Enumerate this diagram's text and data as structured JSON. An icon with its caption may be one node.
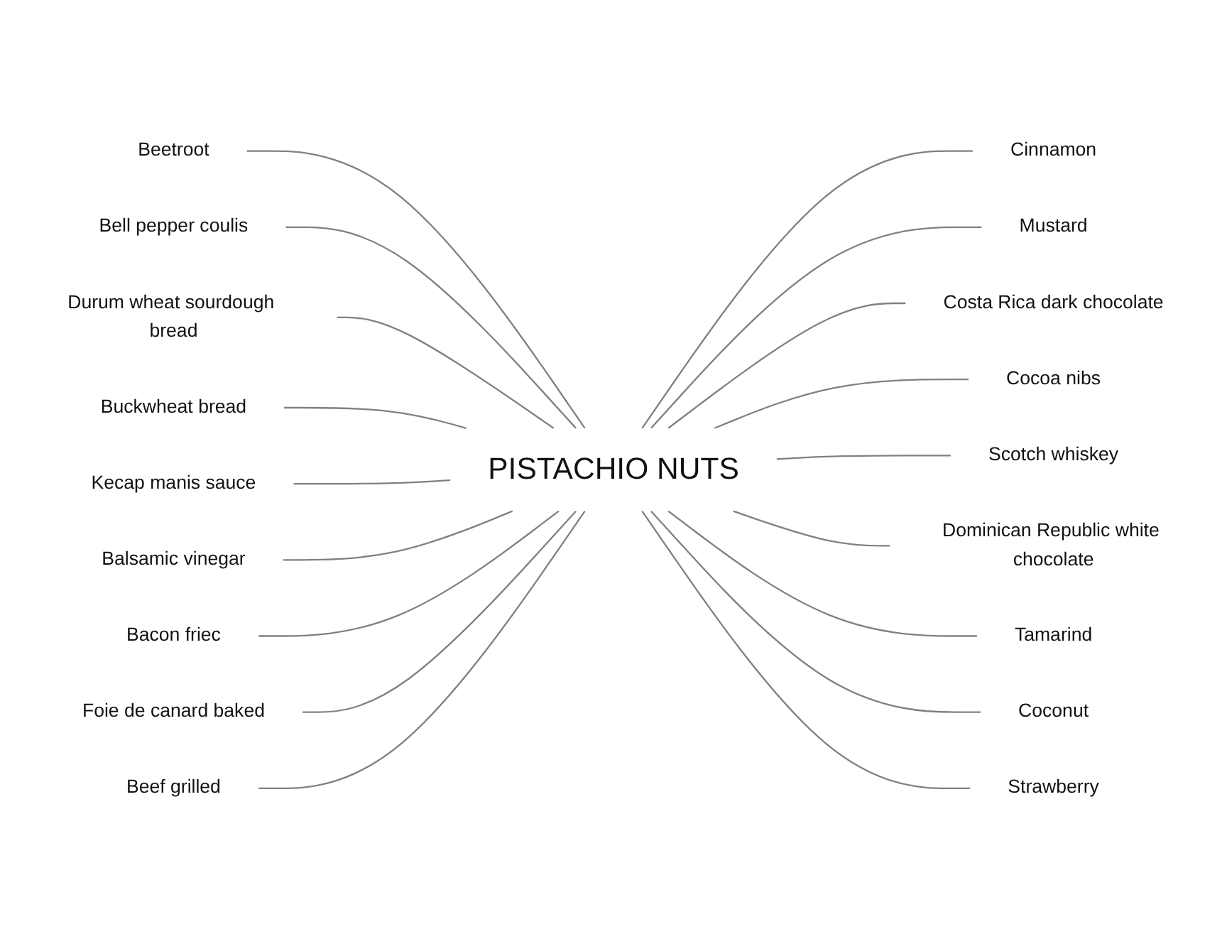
{
  "diagram": {
    "nodes": [
      {
        "text": [
          "PISTACHIO NUTS"
        ]
      },
      {
        "text": [
          "Beetroot"
        ]
      },
      {
        "text": [
          "Bell pepper coulis"
        ]
      },
      {
        "text": [
          "Cinnamon"
        ]
      },
      {
        "text": [
          "Mustard"
        ]
      },
      {
        "text": [
          "Durum wheat sourdough bread"
        ]
      },
      {
        "text": [
          "Buckwheat bread"
        ]
      },
      {
        "text": [
          "Costa Rica dark chocolate"
        ]
      },
      {
        "text": [
          "Cocoa nibs"
        ]
      },
      {
        "text": [
          "Scotch whiskey"
        ]
      },
      {
        "text": [
          "Dominican Republic white chocolate"
        ]
      },
      {
        "text": [
          "Kecap manis sauce"
        ]
      },
      {
        "text": [
          "Balsamic vinegar"
        ]
      },
      {
        "text": [
          "Bacon friec"
        ]
      },
      {
        "text": [
          "Tamarind"
        ]
      },
      {
        "text": [
          "Foie de canard baked"
        ]
      },
      {
        "text": [
          "Beef grilled"
        ]
      },
      {
        "text": [
          "Coconut"
        ]
      },
      {
        "text": [
          "Strawberry"
        ]
      }
    ],
    "edges": [
      {
        "from": 0,
        "to": 1,
        "arrow": "none"
      },
      {
        "from": 0,
        "to": 2,
        "arrow": "none"
      },
      {
        "from": 0,
        "to": 3,
        "arrow": "none"
      },
      {
        "from": 0,
        "to": 4,
        "arrow": "none"
      },
      {
        "from": 0,
        "to": 5,
        "arrow": "none"
      },
      {
        "from": 0,
        "to": 6,
        "arrow": "none"
      },
      {
        "from": 0,
        "to": 7,
        "arrow": "none"
      },
      {
        "from": 0,
        "to": 8,
        "arrow": "none"
      },
      {
        "from": 0,
        "to": 9,
        "arrow": "none"
      },
      {
        "from": 0,
        "to": 10,
        "arrow": "none"
      },
      {
        "from": 0,
        "to": 11,
        "arrow": "none"
      },
      {
        "from": 0,
        "to": 12,
        "arrow": "none"
      },
      {
        "from": 0,
        "to": 13,
        "arrow": "none"
      },
      {
        "from": 0,
        "to": 14,
        "arrow": "none"
      },
      {
        "from": 0,
        "to": 15,
        "arrow": "none"
      },
      {
        "from": 0,
        "to": 16,
        "arrow": "none"
      },
      {
        "from": 0,
        "to": 17,
        "arrow": "none"
      },
      {
        "from": 0,
        "to": 18,
        "arrow": "none"
      }
    ]
  }
}
